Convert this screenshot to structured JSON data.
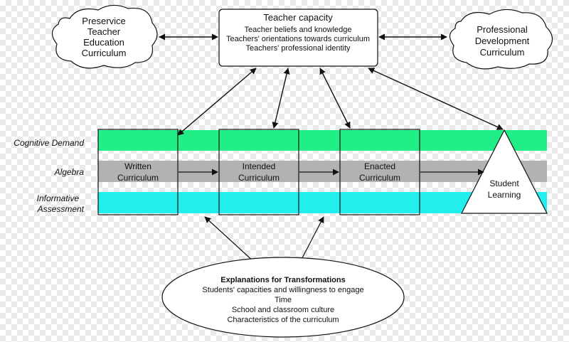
{
  "colors": {
    "cognitive_band": "#22ee88",
    "algebra_band": "#b2b2b2",
    "assessment_band": "#22eeee",
    "box_fill": "#ffffff",
    "stroke": "#111111"
  },
  "teacher_capacity": {
    "title": "Teacher capacity",
    "lines": [
      "Teacher beliefs and knowledge",
      "Teachers' orientations towards curriculum",
      "Teachers' professional identity"
    ]
  },
  "preservice_cloud": {
    "lines": [
      "Preservice",
      "Teacher",
      "Education",
      "Curriculum"
    ]
  },
  "pd_cloud": {
    "lines": [
      "Professional",
      "Development",
      "Curriculum"
    ]
  },
  "row_labels": {
    "cognitive": "Cognitive Demand",
    "algebra": "Algebra",
    "assessment_line1": "Informative",
    "assessment_line2": "Assessment"
  },
  "stages": {
    "written": [
      "Written",
      "Curriculum"
    ],
    "intended": [
      "Intended",
      "Curriculum"
    ],
    "enacted": [
      "Enacted",
      "Curriculum"
    ],
    "student": [
      "Student",
      "Learning"
    ]
  },
  "explanations": {
    "title": "Explanations for Transformations",
    "lines": [
      "Students' capacities and willingness to engage",
      "Time",
      "School and classroom culture",
      "Characteristics of the curriculum"
    ]
  }
}
